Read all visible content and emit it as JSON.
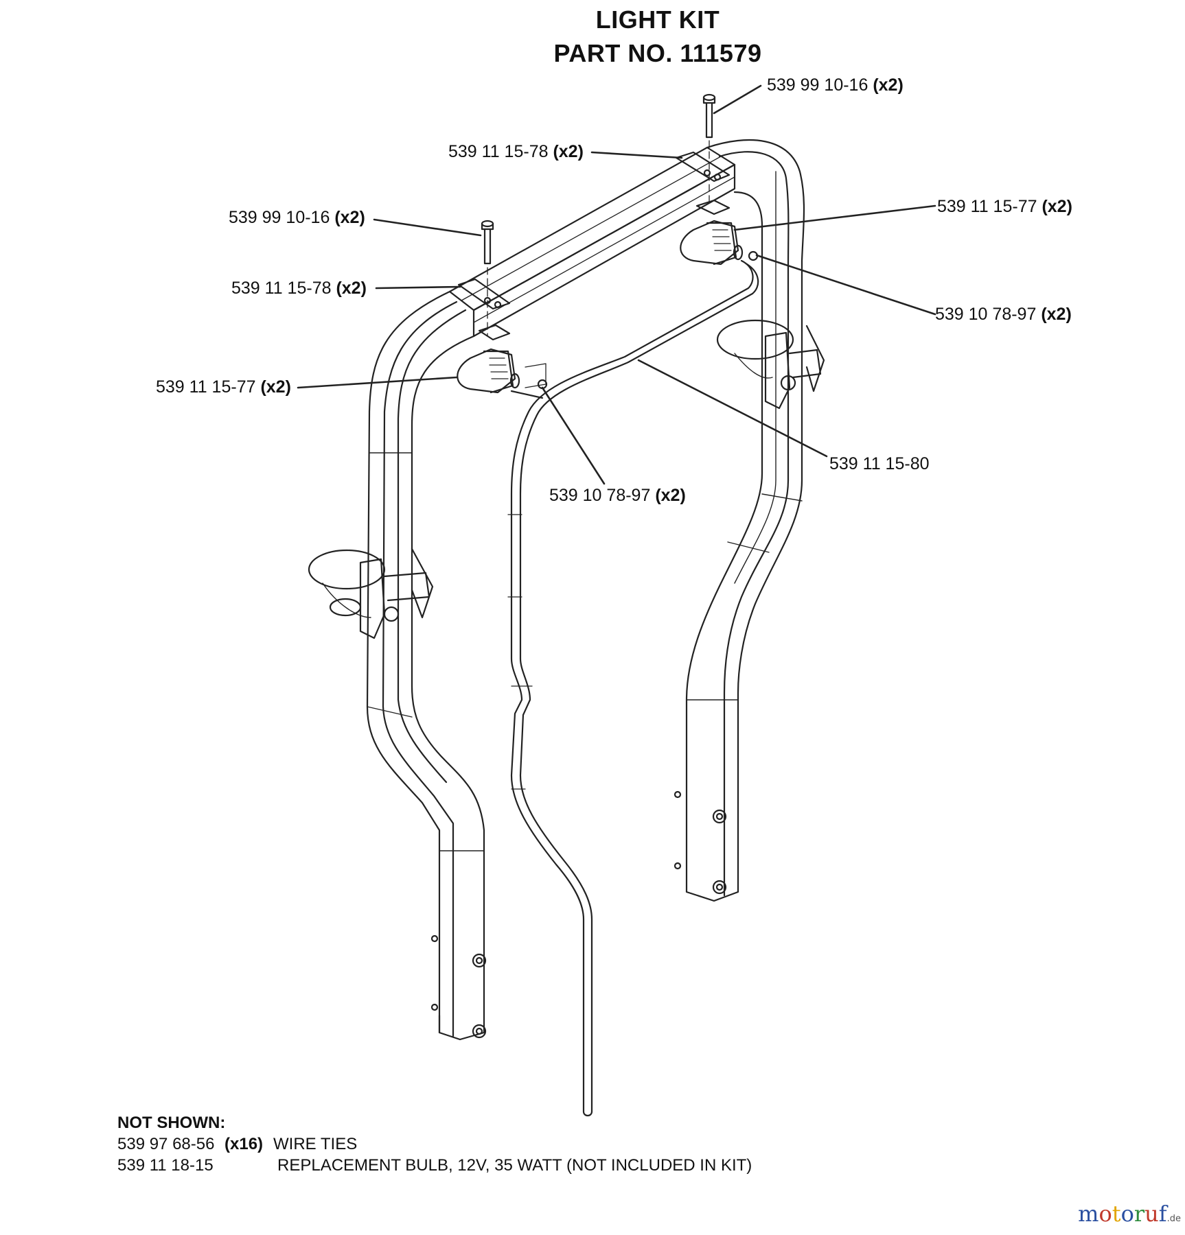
{
  "title": {
    "line1": "LIGHT KIT",
    "line2": "PART NO. 111579"
  },
  "callouts": [
    {
      "id": "c1",
      "part": "539 99 10-16",
      "qty": "(x2)"
    },
    {
      "id": "c2",
      "part": "539 11 15-78",
      "qty": "(x2)"
    },
    {
      "id": "c3",
      "part": "539 99 10-16",
      "qty": "(x2)"
    },
    {
      "id": "c4",
      "part": "539 11 15-77",
      "qty": "(x2)"
    },
    {
      "id": "c5",
      "part": "539 11 15-78",
      "qty": "(x2)"
    },
    {
      "id": "c6",
      "part": "539 10 78-97",
      "qty": "(x2)"
    },
    {
      "id": "c7",
      "part": "539 11 15-77",
      "qty": "(x2)"
    },
    {
      "id": "c8",
      "part": "539 11 15-80",
      "qty": ""
    },
    {
      "id": "c9",
      "part": "539 10 78-97",
      "qty": "(x2)"
    }
  ],
  "not_shown": {
    "heading": "NOT SHOWN:",
    "items": [
      {
        "part": "539 97 68-56",
        "qty": "(x16)",
        "desc": "WIRE TIES"
      },
      {
        "part": "539 11 18-15",
        "qty": "",
        "desc": "REPLACEMENT BULB, 12V, 35 WATT (NOT INCLUDED IN  KIT)"
      }
    ]
  },
  "watermark": {
    "brand_letters": [
      "m",
      "o",
      "t",
      "o",
      "r",
      "u",
      "f"
    ],
    "brand_colors": [
      "#2a4fa0",
      "#c0392b",
      "#e2a400",
      "#2a4fa0",
      "#2e8b3d",
      "#c0392b",
      "#2a4fa0"
    ],
    "suffix": ".de"
  }
}
